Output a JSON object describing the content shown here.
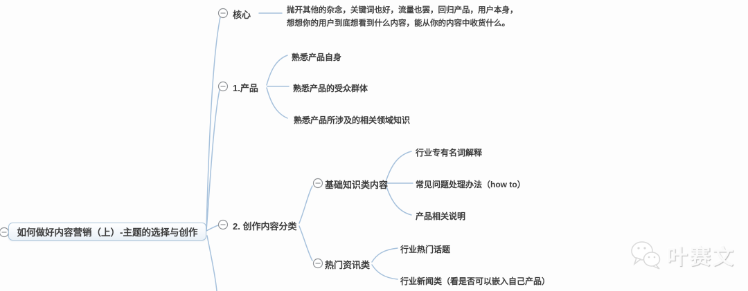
{
  "root": {
    "label": "如何做好内容营销（上）-主题的选择与创作"
  },
  "branches": [
    {
      "label": "核心",
      "note_lines": [
        "抛开其他的杂念，关键词也好，流量也罢，回归产品，用户本身，",
        "想想你的用户到底想看到什么内容，能从你的内容中收货什么。"
      ]
    },
    {
      "label": "1.产品",
      "children": [
        "熟悉产品自身",
        "熟悉产品的受众群体",
        "熟悉产品所涉及的相关领域知识"
      ]
    },
    {
      "label": "2. 创作内容分类",
      "children": [
        {
          "label": "基础知识类内容",
          "children": [
            "行业专有名词解释",
            "常见问题处理办法（how to）",
            "产品相关说明"
          ]
        },
        {
          "label": "热门资讯类",
          "children": [
            "行业热门话题",
            "行业新闻类（看是否可以嵌入自己产品）"
          ]
        }
      ]
    }
  ],
  "watermark": {
    "text": "叶赛文",
    "icon": "wechat-icon"
  },
  "colors": {
    "line-color": "#a6c1dc",
    "node-border": "#a9c3da",
    "node-fill-top": "#ffffff",
    "node-fill-bottom": "#eaf1f8",
    "text-color": "#3a3a3a",
    "icon-stroke": "#8f9296",
    "background": "#fdfdfd"
  }
}
